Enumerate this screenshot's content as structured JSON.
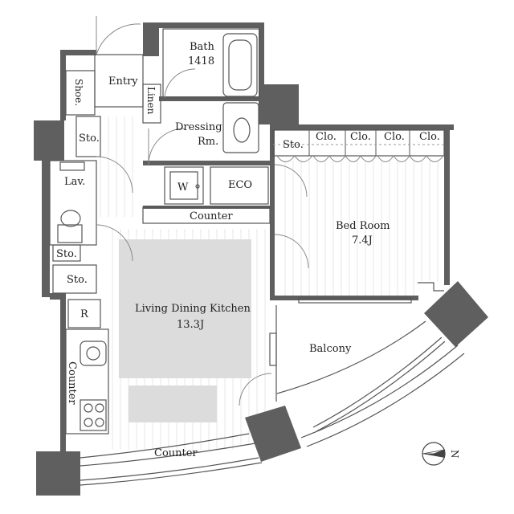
{
  "rooms": {
    "bath": "Bath",
    "bath_size": "1418",
    "entry": "Entry",
    "shoe": "Shoe.",
    "linen": "Linen",
    "dressing": "Dressing",
    "dressing_rm": "Rm.",
    "sto_entry": "Sto.",
    "lav": "Lav.",
    "washer": "W",
    "eco": "ECO",
    "counter_top": "Counter",
    "sto_bed": "Sto.",
    "clo": [
      "Clo.",
      "Clo.",
      "Clo.",
      "Clo."
    ],
    "bed_room": "Bed Room",
    "bed_room_size": "7.4J",
    "sto_toilet": "Sto.",
    "sto_lower": "Sto.",
    "refrigerator": "R",
    "ldk": "Living Dining Kitchen",
    "ldk_size": "13.3J",
    "counter_kitchen": "Counter",
    "balcony": "Balcony",
    "counter_bottom": "Counter",
    "north": "N"
  }
}
